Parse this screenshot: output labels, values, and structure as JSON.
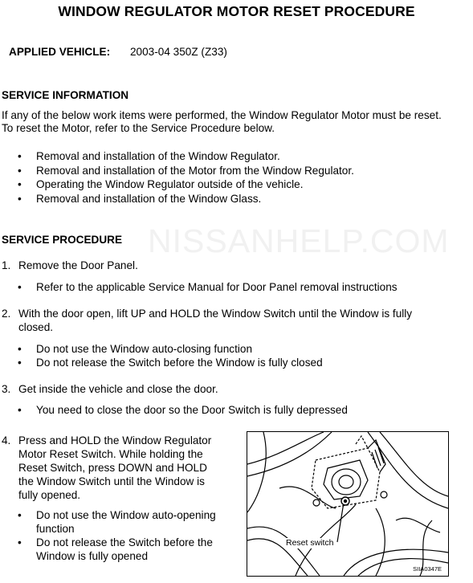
{
  "title": "WINDOW REGULATOR MOTOR RESET PROCEDURE",
  "applied_vehicle": {
    "label": "APPLIED VEHICLE:",
    "value": "2003-04 350Z (Z33)"
  },
  "service_information": {
    "heading": "SERVICE INFORMATION",
    "intro_line1": "If any of the below work items were performed, the Window Regulator Motor must be reset.",
    "intro_line2": "To reset the Motor, refer to the Service Procedure below.",
    "items": [
      "Removal and installation of the Window Regulator.",
      "Removal and installation of the Motor from the Window Regulator.",
      "Operating the Window Regulator outside of the vehicle.",
      "Removal and installation of the Window Glass."
    ]
  },
  "watermark": "NISSANHELP.COM",
  "service_procedure": {
    "heading": "SERVICE PROCEDURE",
    "steps": [
      {
        "number": "1.",
        "lines": [
          "Remove the Door Panel."
        ],
        "bullets": [
          "Refer to the applicable Service Manual for Door Panel removal instructions"
        ]
      },
      {
        "number": "2.",
        "lines": [
          "With the door open, lift UP and HOLD the Window Switch until the Window is fully",
          "closed."
        ],
        "bullets": [
          "Do not use the Window auto-closing function",
          "Do not release the Switch before the Window is fully closed"
        ]
      },
      {
        "number": "3.",
        "lines": [
          "Get inside the vehicle and close the door."
        ],
        "bullets": [
          "You need to close the door so the Door Switch is fully depressed"
        ]
      },
      {
        "number": "4.",
        "lines": [
          "Press and HOLD the Window Regulator",
          "Motor Reset Switch.  While holding the",
          "Reset Switch, press DOWN and HOLD",
          "the Window Switch until the Window is",
          "fully opened."
        ],
        "bullets": [
          {
            "line1": "Do not use the Window auto-opening",
            "line2": "function"
          },
          {
            "line1": "Do not release the Switch before the",
            "line2": "Window is fully opened"
          }
        ]
      }
    ]
  },
  "figure": {
    "callout": "Reset switch",
    "code": "SIIA0347E"
  }
}
